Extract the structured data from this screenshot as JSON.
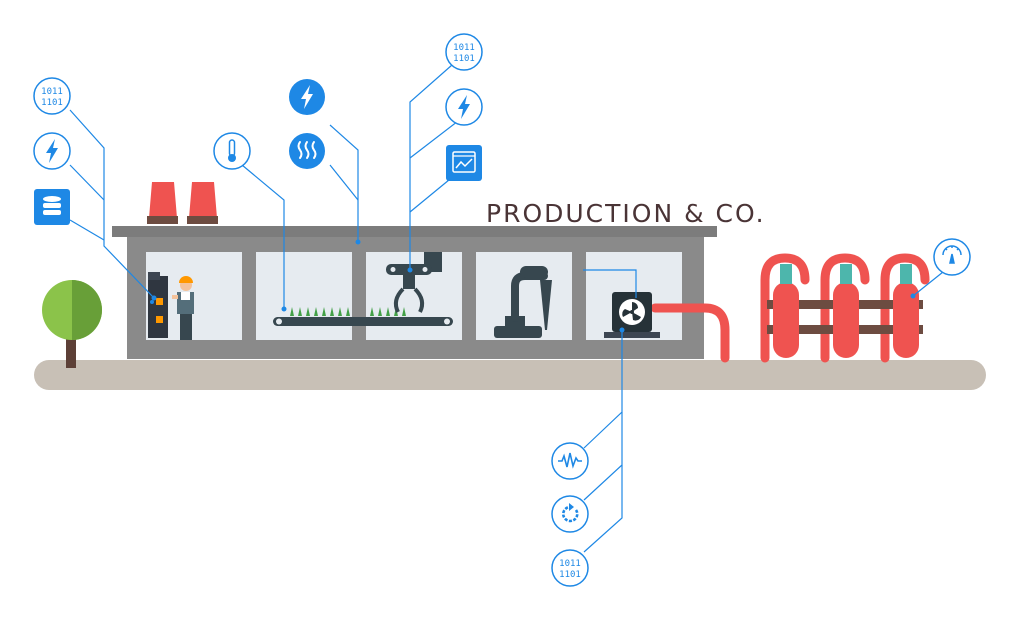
{
  "brand": {
    "name": "PRODUCTION & CO."
  },
  "binary_badges": {
    "top_left": {
      "line1": "1011",
      "line2": "1101"
    },
    "top_center": {
      "line1": "1011",
      "line2": "1101"
    },
    "bottom": {
      "line1": "1011",
      "line2": "1101"
    }
  },
  "icons": {
    "data": "binary-data-icon",
    "power": "lightning-bolt-icon",
    "database": "database-icon",
    "temperature": "thermometer-icon",
    "heat": "heat-waves-icon",
    "analytics": "line-chart-window-icon",
    "pressure": "pressure-gauge-icon",
    "vibration": "waveform-icon",
    "cycle": "refresh-cycle-icon"
  },
  "colors": {
    "accent_blue": "#1e88e5",
    "factory_gray": "#8a8a8a",
    "roof_gray": "#7c7c7c",
    "window_bg": "#e6ebf0",
    "ground": "#c8c0b6",
    "tank_red": "#ef5350",
    "brand_text": "#4a3436",
    "tree_green": "#8bc34a"
  }
}
